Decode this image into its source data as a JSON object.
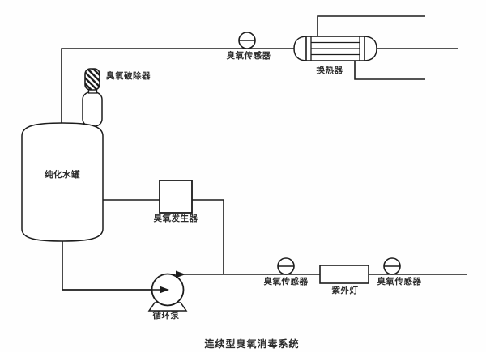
{
  "diagram": {
    "title": "连续型臭氧消毒系统",
    "components": {
      "tank": "纯化水罐",
      "ozone_destructor": "臭氧破除器",
      "ozone_sensor_top": "臭氧传感器",
      "heat_exchanger": "换热器",
      "ozone_generator": "臭氧发生器",
      "circulation_pump": "循环泵",
      "ozone_sensor_bottom_left": "臭氧传感器",
      "uv_lamp": "紫外灯",
      "ozone_sensor_bottom_right": "臭氧传感器"
    },
    "colors": {
      "line": "#1c1c1c",
      "text": "#2b2b2b",
      "background": "#fefefe"
    }
  }
}
